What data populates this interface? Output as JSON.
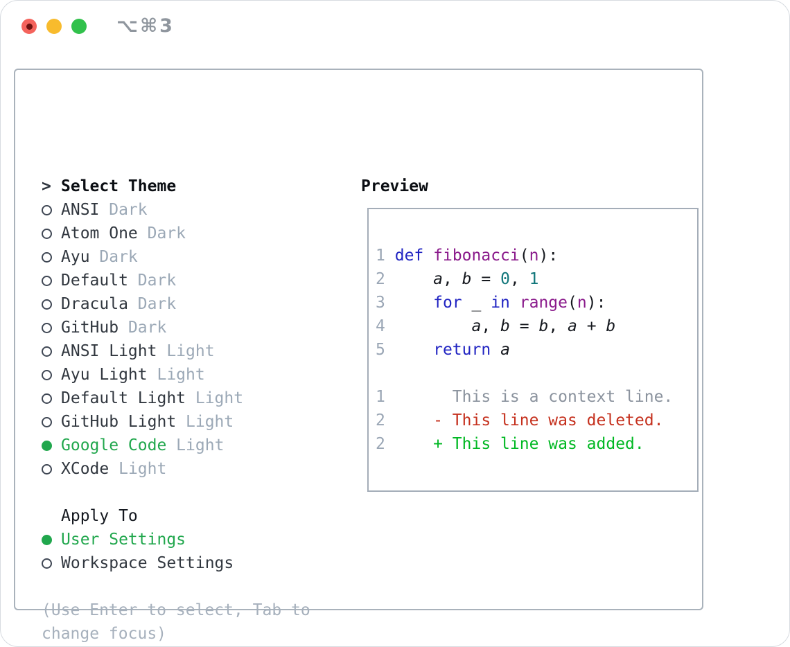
{
  "window": {
    "title": "⌥⌘3"
  },
  "colors": {
    "accent_green": "#21a74d",
    "diff_add": "#00b823",
    "diff_del": "#c5301d",
    "kw_blue": "#2124c2",
    "fn_purple": "#8a1a8b",
    "literal_teal": "#10767a",
    "text_dark": "#15181e",
    "muted_gray": "#9ba8b6",
    "lineno_gray": "#9aa6b5",
    "ctx_gray": "#8b939e",
    "hint_gray": "#a6b0bc",
    "border_gray": "#a9b2bb",
    "preview_border": "#a4adb8",
    "title_gray": "#8f969e",
    "traffic_red": "#f4635c",
    "traffic_yellow": "#f8bb2d",
    "traffic_green": "#31c14b"
  },
  "left": {
    "header_prefix": ">",
    "header": "Select Theme",
    "themes": [
      {
        "name": "ANSI",
        "variant": "Dark",
        "selected": false
      },
      {
        "name": "Atom One",
        "variant": "Dark",
        "selected": false
      },
      {
        "name": "Ayu",
        "variant": "Dark",
        "selected": false
      },
      {
        "name": "Default",
        "variant": "Dark",
        "selected": false
      },
      {
        "name": "Dracula",
        "variant": "Dark",
        "selected": false
      },
      {
        "name": "GitHub",
        "variant": "Dark",
        "selected": false
      },
      {
        "name": "ANSI Light",
        "variant": "Light",
        "selected": false
      },
      {
        "name": "Ayu Light",
        "variant": "Light",
        "selected": false
      },
      {
        "name": "Default Light",
        "variant": "Light",
        "selected": false
      },
      {
        "name": "GitHub Light",
        "variant": "Light",
        "selected": false
      },
      {
        "name": "Google Code",
        "variant": "Light",
        "selected": true
      },
      {
        "name": "XCode",
        "variant": "Light",
        "selected": false
      }
    ],
    "apply_to": {
      "label": "Apply To",
      "options": [
        {
          "name": "User Settings",
          "selected": true
        },
        {
          "name": "Workspace Settings",
          "selected": false
        }
      ]
    },
    "hint_line1": "(Use Enter to select, Tab to",
    "hint_line2": "change focus)"
  },
  "preview": {
    "title": "Preview",
    "code_lines": [
      {
        "num": "1",
        "tokens": [
          [
            "pl",
            " "
          ],
          [
            "kw",
            "def"
          ],
          [
            "pl",
            " "
          ],
          [
            "fn",
            "fibonacci"
          ],
          [
            "pl",
            "("
          ],
          [
            "fn",
            "n"
          ],
          [
            "pl",
            "):"
          ]
        ]
      },
      {
        "num": "2",
        "tokens": [
          [
            "pl",
            "     "
          ],
          [
            "va",
            "a"
          ],
          [
            "pl",
            ", "
          ],
          [
            "va",
            "b"
          ],
          [
            "pl",
            " = "
          ],
          [
            "li",
            "0"
          ],
          [
            "pl",
            ", "
          ],
          [
            "li",
            "1"
          ]
        ]
      },
      {
        "num": "3",
        "tokens": [
          [
            "pl",
            "     "
          ],
          [
            "kw",
            "for"
          ],
          [
            "pl",
            " _ "
          ],
          [
            "kw",
            "in"
          ],
          [
            "pl",
            " "
          ],
          [
            "fn",
            "range"
          ],
          [
            "pl",
            "("
          ],
          [
            "fn",
            "n"
          ],
          [
            "pl",
            "):"
          ]
        ]
      },
      {
        "num": "4",
        "tokens": [
          [
            "pl",
            "         "
          ],
          [
            "va",
            "a"
          ],
          [
            "pl",
            ", "
          ],
          [
            "va",
            "b"
          ],
          [
            "pl",
            " = "
          ],
          [
            "va",
            "b"
          ],
          [
            "pl",
            ", "
          ],
          [
            "va",
            "a"
          ],
          [
            "pl",
            " + "
          ],
          [
            "va",
            "b"
          ]
        ]
      },
      {
        "num": "5",
        "tokens": [
          [
            "pl",
            "     "
          ],
          [
            "kw",
            "return"
          ],
          [
            "pl",
            " "
          ],
          [
            "va",
            "a"
          ]
        ]
      }
    ],
    "diff_lines": [
      {
        "num": "1",
        "tokens": [
          [
            "ctx",
            "       This is a context line."
          ]
        ]
      },
      {
        "num": "2",
        "tokens": [
          [
            "del",
            "     - This line was deleted."
          ]
        ]
      },
      {
        "num": "2",
        "tokens": [
          [
            "add",
            "     + This line was added."
          ]
        ]
      }
    ]
  }
}
